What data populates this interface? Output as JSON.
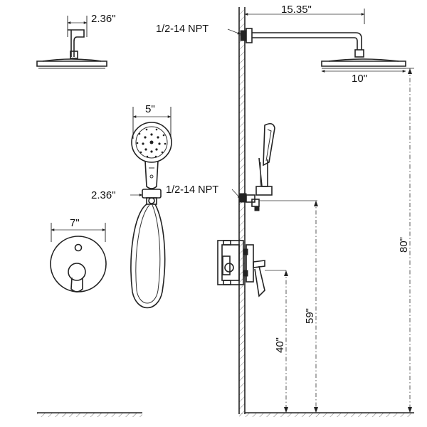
{
  "labels": {
    "arm_projection": "2.36\"",
    "npt_top": "1/2-14 NPT",
    "arm_length": "15.35\"",
    "shower_head_diameter": "10\"",
    "hand_shower_diameter": "5\"",
    "holder_projection": "2.36\"",
    "npt_bottom": "1/2-14 NPT",
    "trim_plate_diameter": "7\"",
    "height_shower_head": "80\"",
    "height_slide_outlet": "59\"",
    "height_valve": "40\""
  },
  "colors": {
    "line": "#222222",
    "background": "#ffffff"
  }
}
